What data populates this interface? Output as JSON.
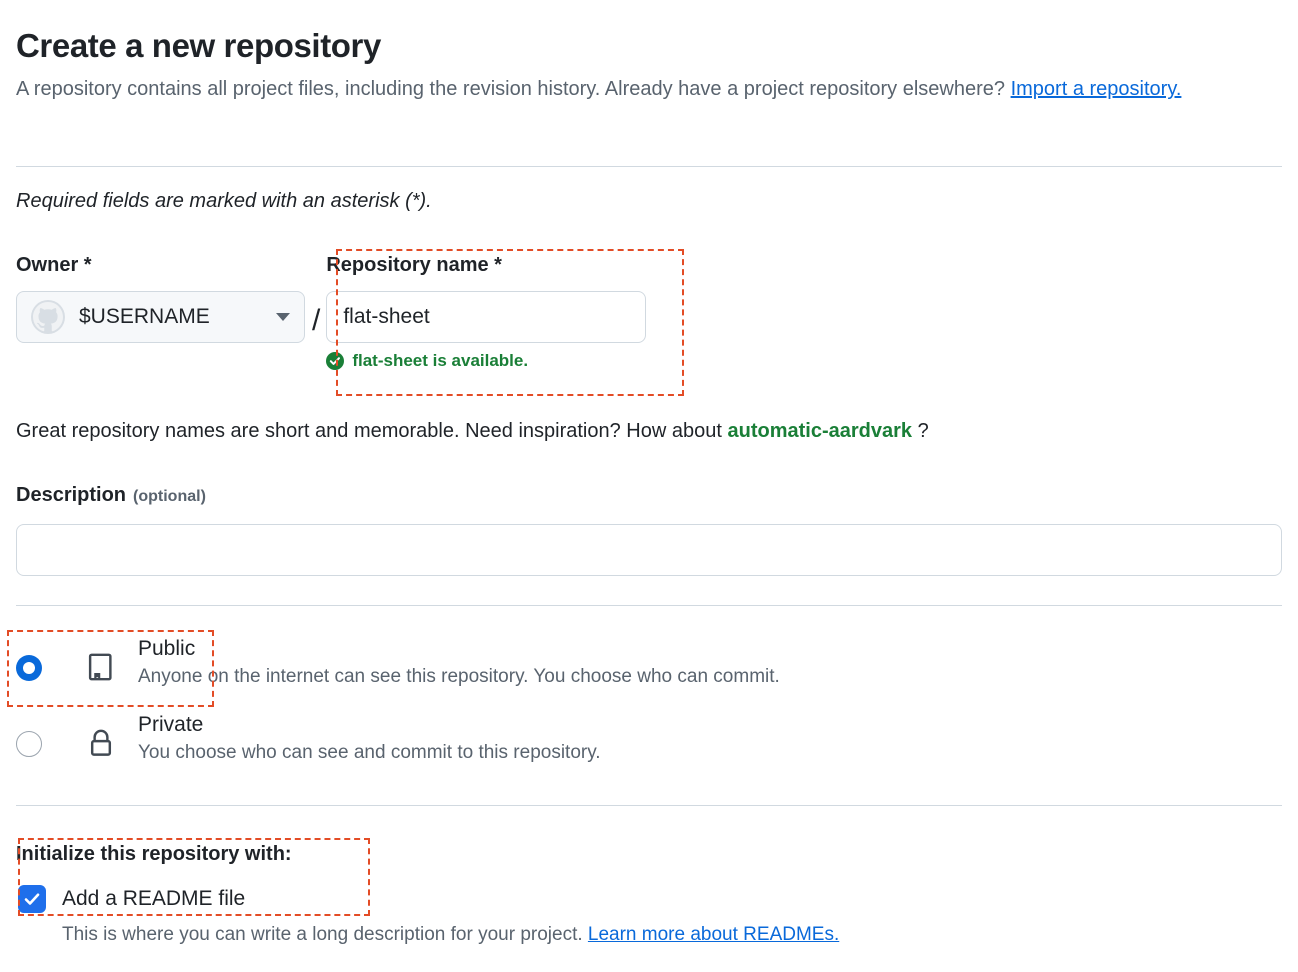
{
  "header": {
    "title": "Create a new repository",
    "subtitle_part1": "A repository contains all project files, including the revision history. Already have a project repository elsewhere? ",
    "import_link": "Import a repository."
  },
  "required_note": "Required fields are marked with an asterisk (*).",
  "owner": {
    "label": "Owner *",
    "value": "$USERNAME",
    "avatar_icon": "github-octocat-icon",
    "caret_icon": "chevron-down-icon",
    "separator": "/"
  },
  "repository_name": {
    "label": "Repository name *",
    "value": "flat-sheet",
    "placeholder": "",
    "availability_text": "flat-sheet is available.",
    "availability_icon": "check-circle-icon",
    "availability_color": "#1a7f37"
  },
  "suggestion": {
    "prefix": "Great repository names are short and memorable. Need inspiration? How about ",
    "name": "automatic-aardvark",
    "suffix": " ?"
  },
  "description": {
    "label": "Description",
    "optional": "(optional)",
    "value": "",
    "placeholder": ""
  },
  "visibility": {
    "options": [
      {
        "id": "public",
        "title": "Public",
        "description": "Anyone on the internet can see this repository. You choose who can commit.",
        "icon": "book-icon",
        "selected": true
      },
      {
        "id": "private",
        "title": "Private",
        "description": "You choose who can see and commit to this repository.",
        "icon": "lock-icon",
        "selected": false
      }
    ]
  },
  "initialize": {
    "title": "Initialize this repository with:",
    "readme_label": "Add a README file",
    "readme_checked": true,
    "hint_text": "This is where you can write a long description for your project. ",
    "hint_link": "Learn more about READMEs."
  },
  "colors": {
    "accent_blue": "#0969da",
    "link_blue": "#0969da",
    "success_green": "#1a7f37",
    "annotation_orange": "#e34c26",
    "text_primary": "#1f2328",
    "text_muted": "#59636e",
    "border": "#d1d9e0"
  }
}
